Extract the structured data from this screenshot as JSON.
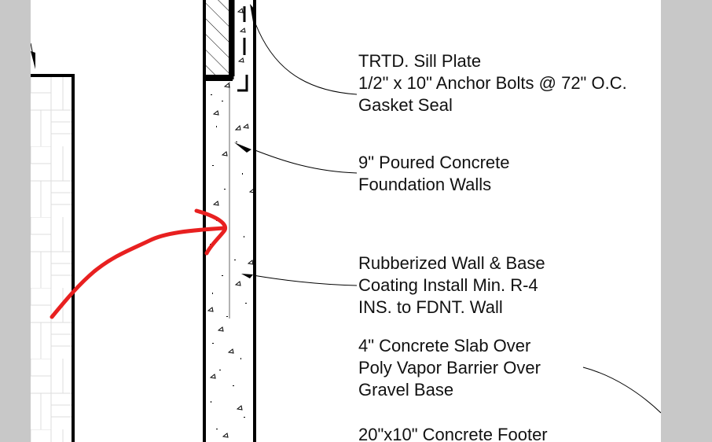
{
  "drawing": {
    "type": "foundation wall section detail",
    "colors": {
      "background_margin": "#c8c8c8",
      "sheet": "#ffffff",
      "linework": "#000000",
      "hatch": "#dcdcdc",
      "annotation": "#e82020"
    },
    "annotations": [
      {
        "id": "sill-plate",
        "lines": [
          "TRTD. Sill Plate",
          "1/2\" x 10\" Anchor Bolts @ 72\" O.C.",
          "Gasket Seal"
        ]
      },
      {
        "id": "foundation-wall",
        "lines": [
          "9\" Poured Concrete",
          "Foundation Walls"
        ]
      },
      {
        "id": "wall-coating",
        "lines": [
          "Rubberized Wall & Base",
          "Coating Install Min. R-4",
          "INS. to FDNT. Wall"
        ]
      },
      {
        "id": "slab",
        "lines": [
          "4\" Concrete Slab Over",
          "Poly Vapor Barrier Over",
          "Gravel Base"
        ]
      },
      {
        "id": "footer",
        "lines": [
          "20\"x10\" Concrete Footer"
        ]
      }
    ],
    "markup": {
      "type": "freehand-arrow",
      "color": "#e82020",
      "points_to": "foundation wall insulation line"
    }
  }
}
